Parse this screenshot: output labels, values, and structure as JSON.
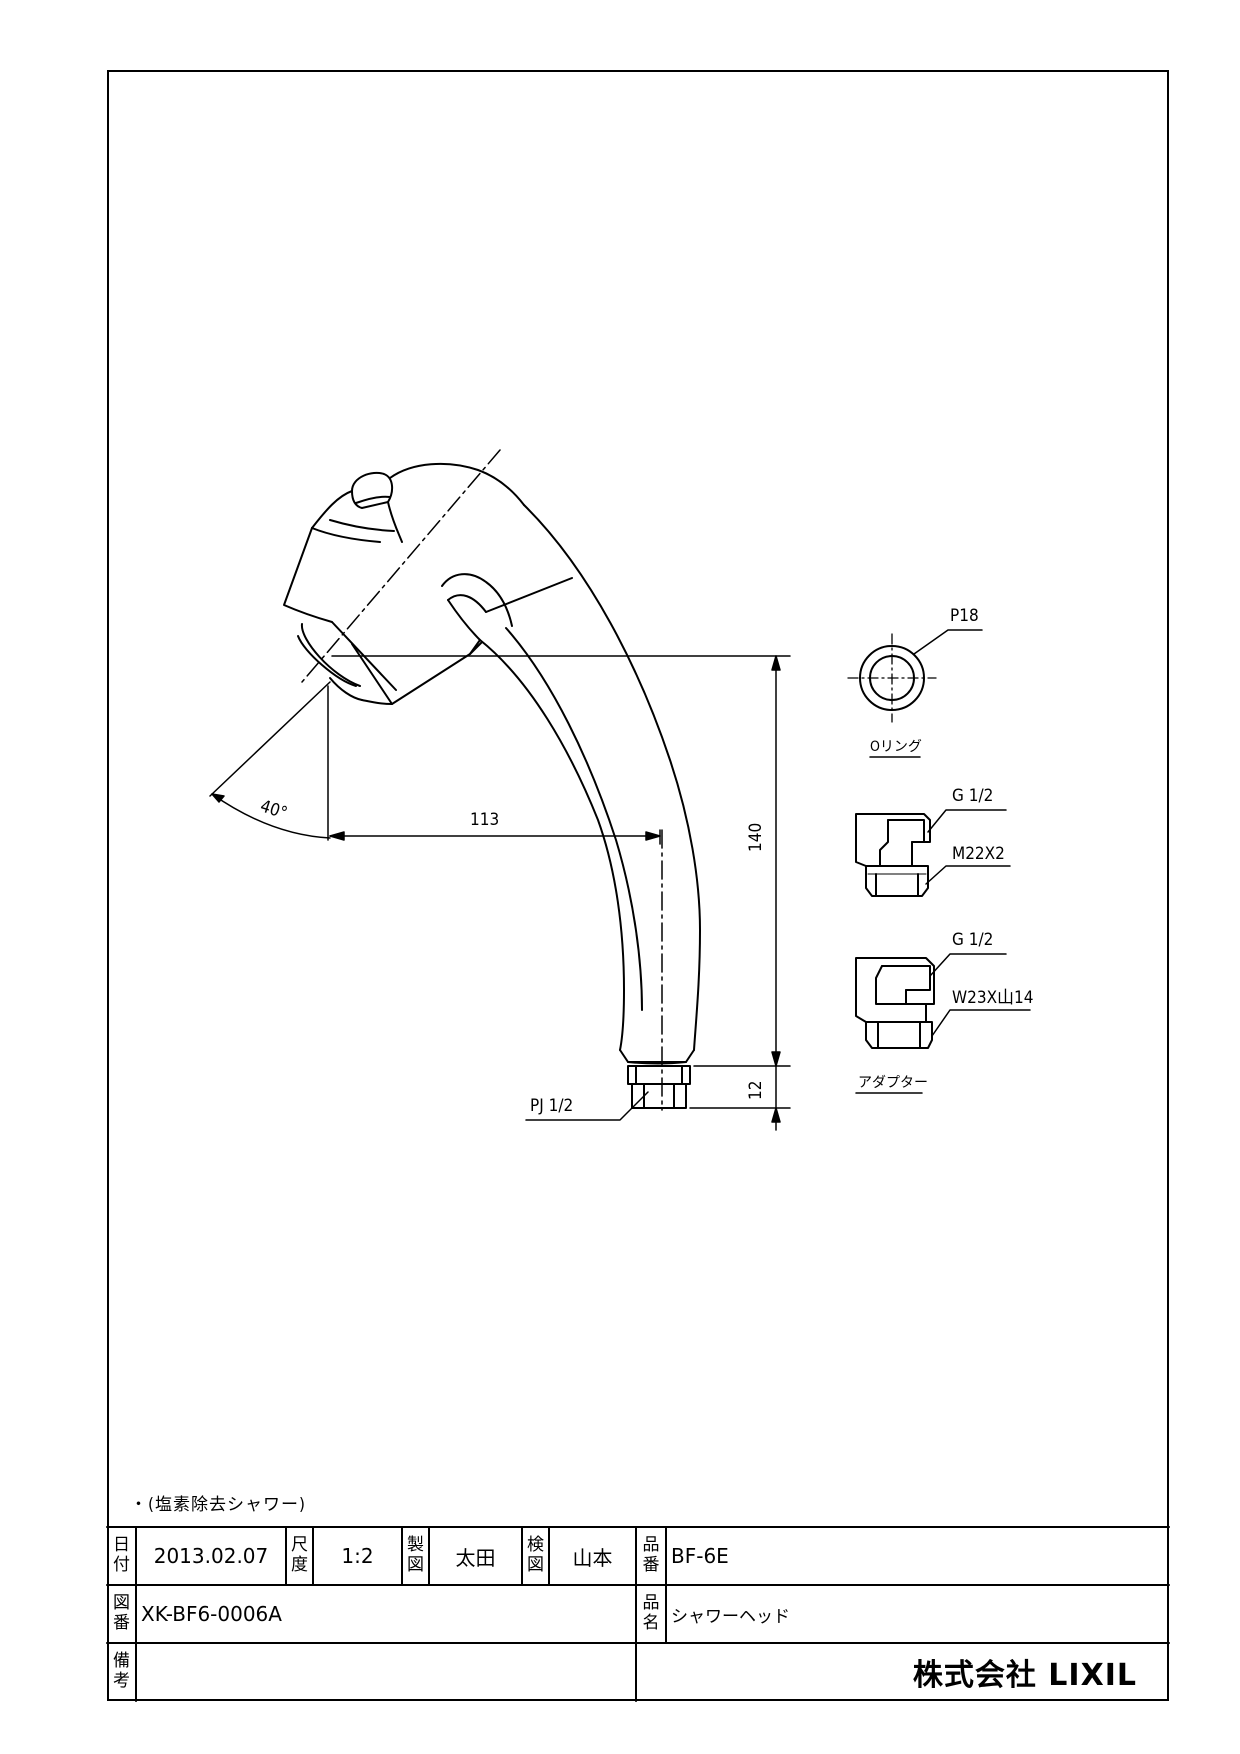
{
  "drawing": {
    "labels": {
      "dim_113": "113",
      "dim_140": "140",
      "dim_12": "12",
      "angle": "40°",
      "thread_bottom": "PJ 1/2",
      "oring_size": "P18",
      "oring_name": "Oリング",
      "adapter1_top": "G 1/2",
      "adapter1_bottom": "M22X2",
      "adapter2_top": "G 1/2",
      "adapter2_bottom": "W23X山14",
      "adapter_name": "アダプター"
    },
    "note": "・(塩素除去シャワー)"
  },
  "title_block": {
    "date_key": "日付",
    "date": "2013.02.07",
    "scale_key": "尺度",
    "scale": "1:2",
    "drawn_key": "製図",
    "drawn_by": "太田",
    "checked_key": "検図",
    "checked_by": "山本",
    "product_no_key": "品番",
    "product_no": "BF-6E",
    "drawing_no_key": "図番",
    "drawing_no": "XK-BF6-0006A",
    "product_name_key": "品名",
    "product_name": "シャワーヘッド",
    "remarks_key": "備考",
    "remarks": "",
    "company": "株式会社 LIXIL"
  }
}
